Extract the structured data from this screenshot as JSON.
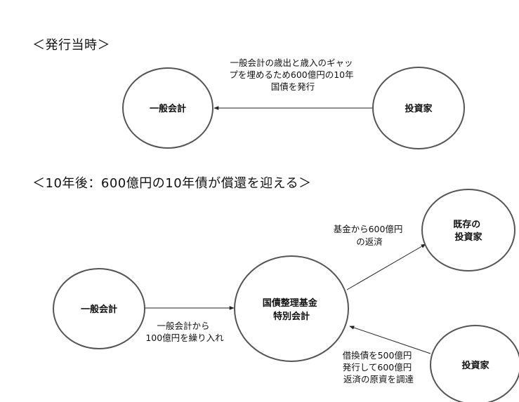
{
  "sections": {
    "issuance": {
      "heading": "＜発行当時＞",
      "nodes": {
        "general_account": "一般会計",
        "investor": "投資家"
      },
      "edge_note": [
        "一般会計の歳出と歳入のギャッ",
        "プを埋めるため600億円の10年",
        "国債を発行"
      ]
    },
    "after_ten_years": {
      "heading": "＜10年後：600億円の10年債が償還を迎える＞",
      "nodes": {
        "general_account": "一般会計",
        "debt_fund": [
          "国債整理基金",
          "特別会計"
        ],
        "existing_investor": [
          "既存の",
          "投資家"
        ],
        "investor": "投資家"
      },
      "edge_notes": {
        "to_fund": [
          "一般会計から",
          "100億円を繰り入れ"
        ],
        "to_existing": [
          "基金から600億円",
          "の返済"
        ],
        "from_investor": [
          "借換債を500億円",
          "発行して600億円",
          "返済の原資を調達"
        ]
      }
    }
  }
}
